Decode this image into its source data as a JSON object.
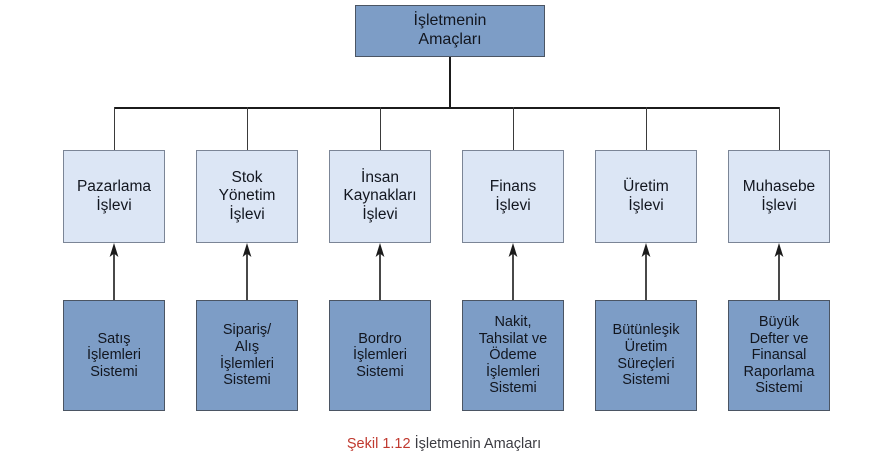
{
  "diagram": {
    "type": "hierarchy",
    "background_color": "#ffffff",
    "root": {
      "label": "İşletmenin\nAmaçları",
      "fill_color": "#7d9dc6",
      "border_color": "#4b5563"
    },
    "functions": [
      {
        "label": "Pazarlama\nİşlevi"
      },
      {
        "label": "Stok\nYönetim\nİşlevi"
      },
      {
        "label": "İnsan\nKaynakları\nİşlevi"
      },
      {
        "label": "Finans\nİşlevi"
      },
      {
        "label": "Üretim\nİşlevi"
      },
      {
        "label": "Muhasebe\nİşlevi"
      }
    ],
    "systems": [
      {
        "label": "Satış\nİşlemleri\nSistemi"
      },
      {
        "label": "Sipariş/\nAlış\nİşlemleri\nSistemi"
      },
      {
        "label": "Bordro\nİşlemleri\nSistemi"
      },
      {
        "label": "Nakit,\nTahsilat ve\nÖdeme\nİşlemleri\nSistemi"
      },
      {
        "label": "Bütünleşik\nÜretim\nSüreçleri\nSistemi"
      },
      {
        "label": "Büyük\nDefter ve\nFinansal\nRaporlama\nSistemi"
      }
    ],
    "function_fill_color": "#dce6f5",
    "function_border_color": "#7b8596",
    "system_fill_color": "#7d9dc6",
    "system_border_color": "#4b5563",
    "connector_color": "#1b1b1b"
  },
  "caption": {
    "label": "Şekil 1.12",
    "title": "İşletmenin Amaçları",
    "label_color": "#c0392f",
    "title_color": "#3c3c42"
  }
}
